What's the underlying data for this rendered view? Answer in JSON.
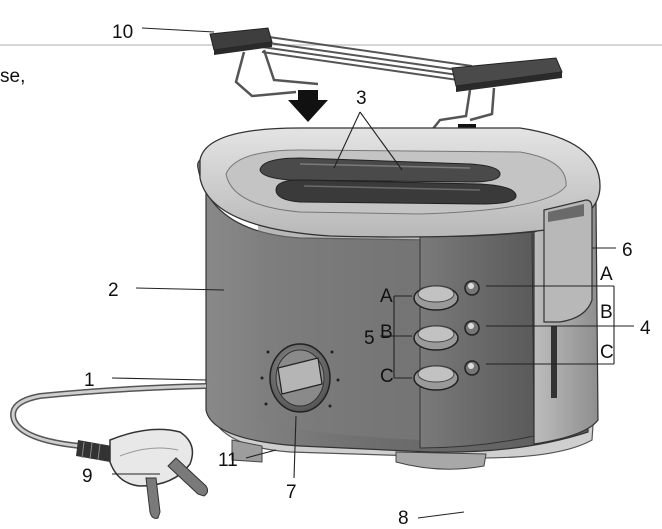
{
  "cut_text": "se,",
  "callouts": {
    "c1": "1",
    "c2": "2",
    "c3": "3",
    "c4": "4",
    "c5": "5",
    "c6": "6",
    "c7": "7",
    "c8": "8",
    "c9": "9",
    "c10": "10",
    "c11": "11"
  },
  "button_letters": {
    "a": "A",
    "b": "B",
    "c": "C"
  },
  "indicator_letters": {
    "a": "A",
    "b": "B",
    "c": "C"
  },
  "colors": {
    "body_dark": "#6b6b6b",
    "body_mid": "#8d8d8d",
    "chrome": "#d9d9d9",
    "top": "#cfcfcf",
    "line": "#222222",
    "arrow": "#111111",
    "rule": "#bdbdbd"
  }
}
